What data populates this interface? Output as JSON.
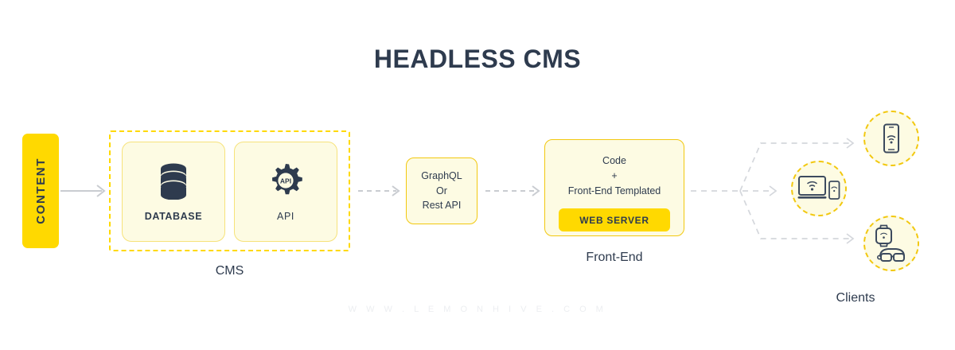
{
  "title": "HEADLESS CMS",
  "content_block": {
    "label": "CONTENT"
  },
  "cms": {
    "label": "CMS",
    "cards": [
      {
        "name": "database",
        "label": "DATABASE",
        "icon": "database-icon"
      },
      {
        "name": "api",
        "label": "API",
        "icon": "gear-api-icon",
        "icon_text": "API"
      }
    ]
  },
  "api_layer": {
    "line1": "GraphQL",
    "line2": "Or",
    "line3": "Rest API"
  },
  "frontend": {
    "label": "Front-End",
    "line1": "Code",
    "line2": "+",
    "line3": "Front-End Templated",
    "web_server_label": "WEB SERVER"
  },
  "clients": {
    "label": "Clients",
    "nodes": [
      {
        "name": "mobile",
        "icon": "smartphone-wifi-icon"
      },
      {
        "name": "laptop",
        "icon": "laptop-and-phone-wifi-icon"
      },
      {
        "name": "wearable",
        "icon": "smartwatch-and-glasses-icon"
      }
    ]
  },
  "watermark": "W W W . L E M O N H I V E . C O M",
  "colors": {
    "brand_yellow": "#FFD900",
    "card_cream": "#FDFBE3",
    "card_border": "#F2C80F",
    "ink_navy": "#2e3b4e",
    "connector_gray": "#c9ccd1"
  }
}
